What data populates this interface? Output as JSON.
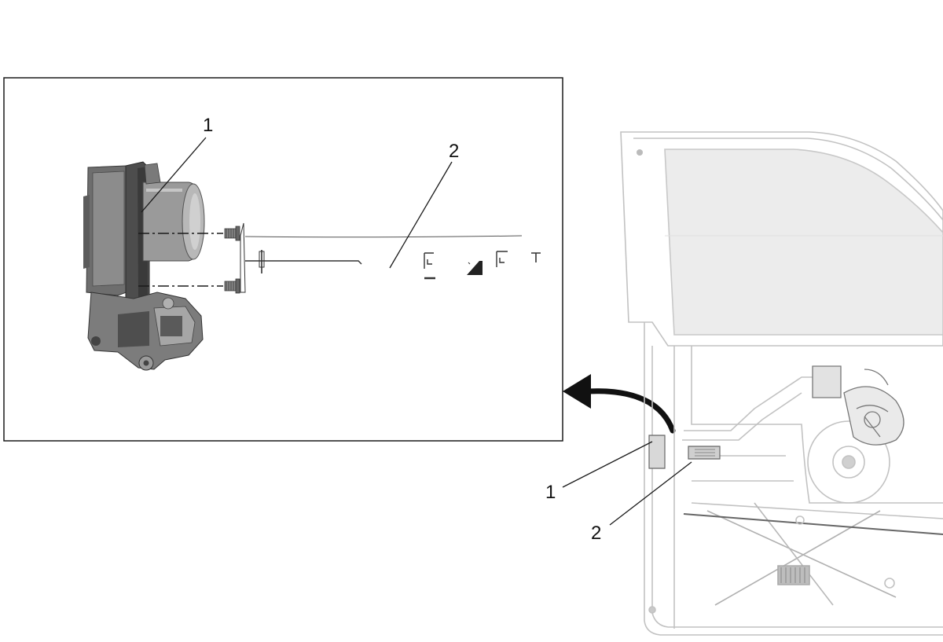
{
  "inset": {
    "callouts": [
      {
        "id": "1",
        "label": "1"
      },
      {
        "id": "2",
        "label": "2"
      }
    ]
  },
  "door": {
    "callouts": [
      {
        "id": "1",
        "label": "1"
      },
      {
        "id": "2",
        "label": "2"
      }
    ]
  },
  "colors": {
    "line": "#1a1a1a",
    "faint_line": "#c8c8c8",
    "part_dark": "#555555",
    "part_mid": "#8a8a8a",
    "part_light": "#b5b5b5"
  }
}
